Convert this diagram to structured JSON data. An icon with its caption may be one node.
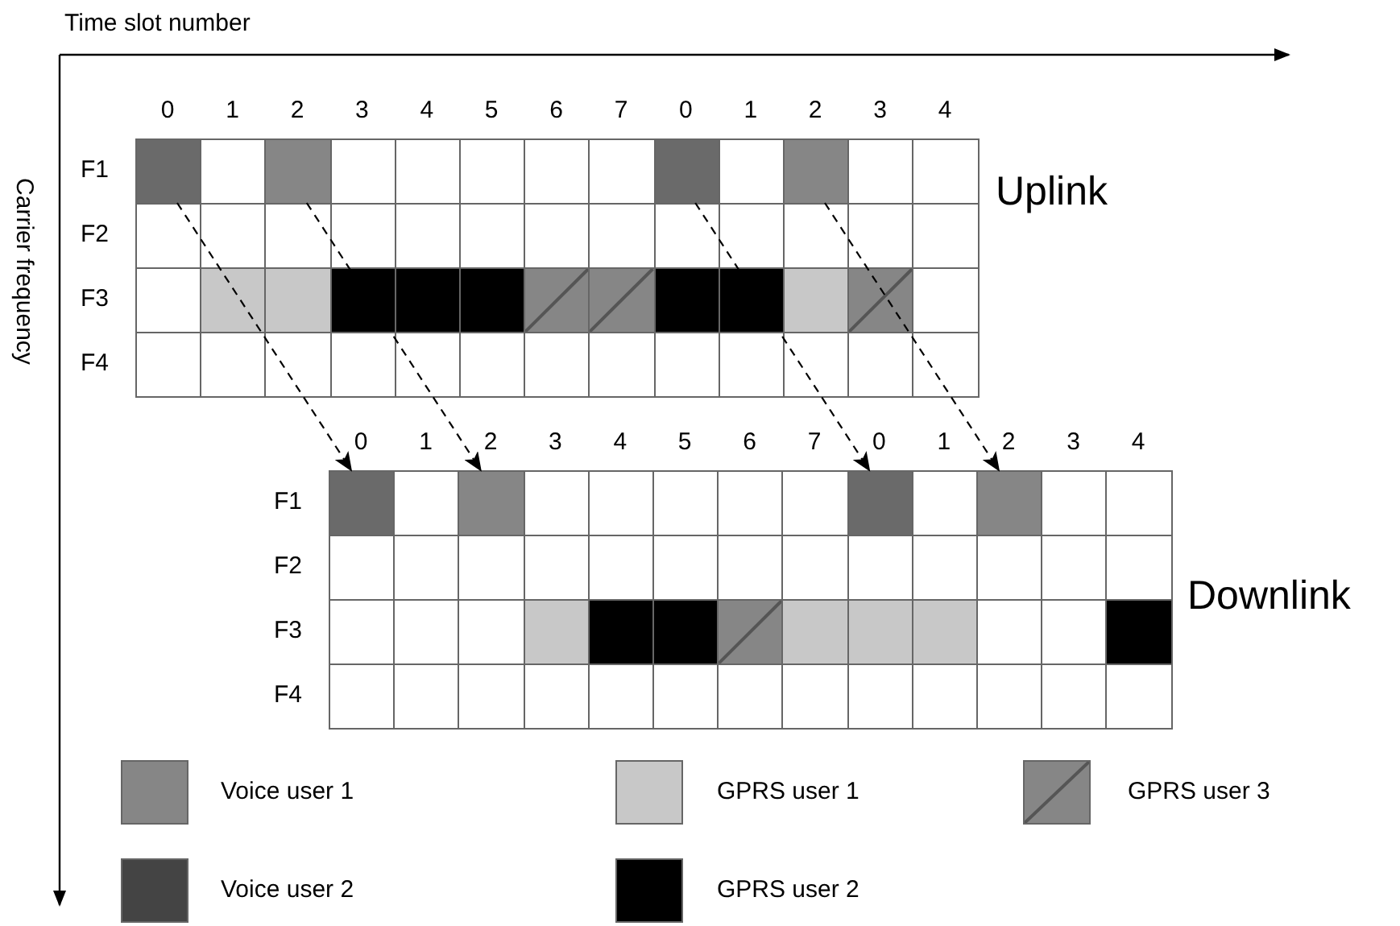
{
  "diagram": {
    "nodes": [
      {
        "text": [],
        "shape": "box"
      },
      {
        "text": [],
        "shape": "box"
      },
      {
        "text": [],
        "shape": "box"
      },
      {
        "text": [],
        "shape": "box"
      },
      {
        "text": [],
        "shape": "box"
      },
      {
        "text": [],
        "shape": "box"
      },
      {
        "text": [],
        "shape": "box"
      },
      {
        "text": [],
        "shape": "box"
      }
    ],
    "edges": [
      {
        "from": 0,
        "to": 4,
        "arrow": "to",
        "style": "dashed"
      },
      {
        "from": 1,
        "to": 5,
        "arrow": "to",
        "style": "dashed"
      },
      {
        "from": 2,
        "to": 6,
        "arrow": "to",
        "style": "dashed"
      },
      {
        "from": 3,
        "to": 7,
        "arrow": "to",
        "style": "dashed"
      }
    ],
    "labels": [
      "Time slot number",
      "0",
      "1",
      "2",
      "3",
      "4",
      "5",
      "6",
      "7",
      "0",
      "1",
      "2",
      "3",
      "4",
      "Carrier frequency",
      "F1",
      "F2",
      "F3",
      "F4",
      "Uplink",
      "0",
      "1",
      "2",
      "3",
      "4",
      "5",
      "6",
      "7",
      "0",
      "1",
      "2",
      "3",
      "4",
      "F1",
      "F2",
      "F3",
      "F4",
      "Downlink"
    ],
    "legend": [
      {
        "text": "Voice user 1",
        "color": "#868686"
      },
      {
        "text": "GPRS user 1",
        "color": "#c8c8c8"
      },
      {
        "text": "GPRS user 3"
      },
      {
        "text": "Voice user 2",
        "color": "#444444"
      },
      {
        "text": "GPRS user 2",
        "color": "#000000"
      }
    ]
  }
}
